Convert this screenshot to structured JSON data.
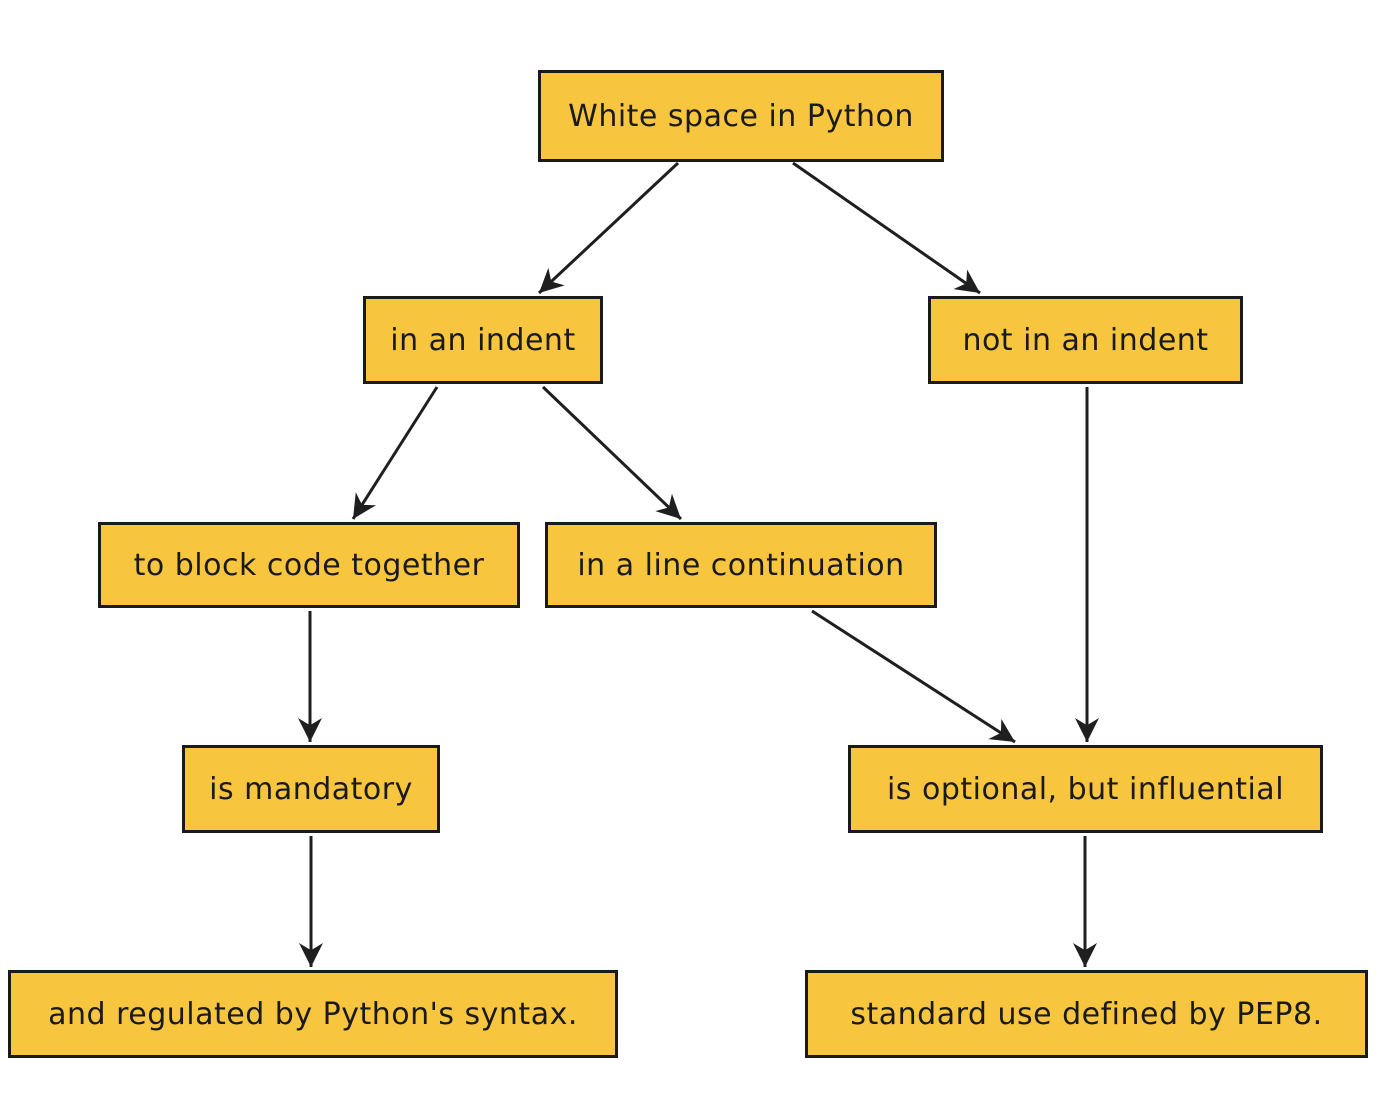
{
  "diagram": {
    "type": "flowchart",
    "topic": "White space in Python",
    "background": "#FFFFFF",
    "node_fill": "#F7C63E",
    "node_border": "#1A1A1A",
    "arrow_color": "#1F1F1F",
    "text_color": "#1A1A1A",
    "nodes": [
      {
        "id": "white-space-in-python",
        "label": "White space in Python"
      },
      {
        "id": "in-an-indent",
        "label": "in an indent"
      },
      {
        "id": "not-in-an-indent",
        "label": "not in an indent"
      },
      {
        "id": "to-block-code-together",
        "label": "to block code together"
      },
      {
        "id": "in-a-line-continuation",
        "label": "in a line continuation"
      },
      {
        "id": "is-mandatory",
        "label": "is mandatory"
      },
      {
        "id": "is-optional-but-influential",
        "label": "is optional, but influential"
      },
      {
        "id": "and-regulated-by-pythons-syntax",
        "label": "and regulated by Python's syntax."
      },
      {
        "id": "standard-use-defined-by-pep8",
        "label": "standard use defined by PEP8."
      }
    ],
    "edges": [
      {
        "from": "white-space-in-python",
        "to": "in-an-indent"
      },
      {
        "from": "white-space-in-python",
        "to": "not-in-an-indent"
      },
      {
        "from": "in-an-indent",
        "to": "to-block-code-together"
      },
      {
        "from": "in-an-indent",
        "to": "in-a-line-continuation"
      },
      {
        "from": "to-block-code-together",
        "to": "is-mandatory"
      },
      {
        "from": "in-a-line-continuation",
        "to": "is-optional-but-influential"
      },
      {
        "from": "not-in-an-indent",
        "to": "is-optional-but-influential"
      },
      {
        "from": "is-mandatory",
        "to": "and-regulated-by-pythons-syntax"
      },
      {
        "from": "is-optional-but-influential",
        "to": "standard-use-defined-by-pep8"
      }
    ]
  }
}
